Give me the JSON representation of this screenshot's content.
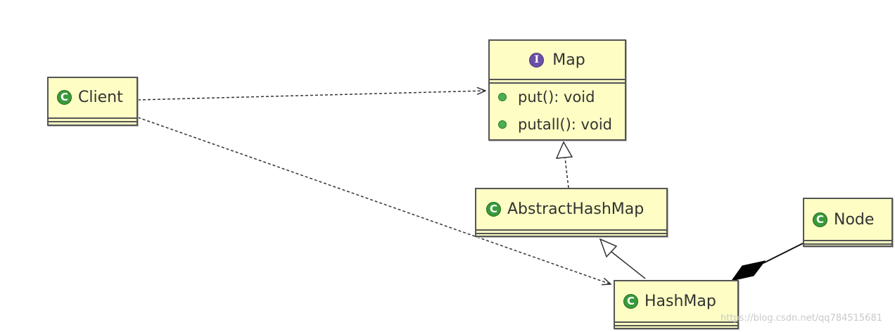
{
  "classes": {
    "client": {
      "name": "Client",
      "icon": "class-icon",
      "icon_glyph": "C"
    },
    "map": {
      "name": "Map",
      "icon": "interface-icon",
      "icon_glyph": "I",
      "methods": [
        "put(): void",
        "putall(): void"
      ]
    },
    "abstract_hash_map": {
      "name": "AbstractHashMap",
      "icon": "class-icon",
      "icon_glyph": "C"
    },
    "node": {
      "name": "Node",
      "icon": "class-icon",
      "icon_glyph": "C"
    },
    "hash_map": {
      "name": "HashMap",
      "icon": "class-icon",
      "icon_glyph": "C"
    }
  },
  "colors": {
    "box_fill": "#fdfdc4",
    "class_icon": "#3a9a3a",
    "interface_icon": "#6c4fa8",
    "method_dot": "#4caf50"
  },
  "watermark": "https://blog.csdn.net/qq784515681"
}
